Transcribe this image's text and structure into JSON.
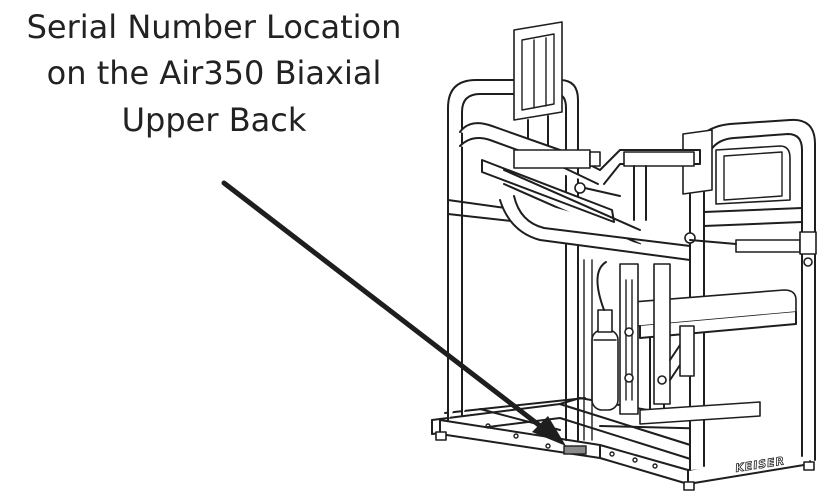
{
  "caption": {
    "lines": [
      "Serial Number Location",
      "on the Air350 Biaxial",
      "Upper Back"
    ]
  },
  "machine": {
    "brand_label": "KEISER"
  },
  "colors": {
    "ink": "#1e1e1e",
    "text": "#222222",
    "serial_plate": "#8a8a8a",
    "background": "#ffffff"
  }
}
